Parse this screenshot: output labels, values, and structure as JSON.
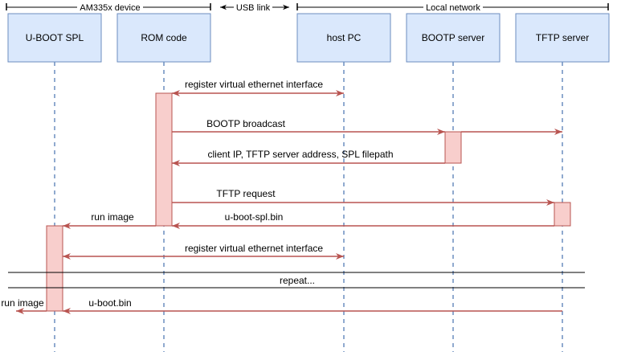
{
  "groups": [
    {
      "label": "AM335x device"
    },
    {
      "label": "USB link"
    },
    {
      "label": "Local network"
    }
  ],
  "participants": [
    {
      "id": "spl",
      "label": "U-BOOT SPL"
    },
    {
      "id": "rom",
      "label": "ROM code"
    },
    {
      "id": "host",
      "label": "host PC"
    },
    {
      "id": "bootp",
      "label": "BOOTP server"
    },
    {
      "id": "tftp",
      "label": "TFTP server"
    }
  ],
  "messages": [
    {
      "label": "register virtual ethernet interface",
      "from": "rom",
      "to": "host",
      "bidirectional": true
    },
    {
      "label": "BOOTP broadcast",
      "from": "rom",
      "to": "tftp",
      "bidirectional": false
    },
    {
      "label": "client IP, TFTP server address, SPL filepath",
      "from": "bootp",
      "to": "rom",
      "bidirectional": false
    },
    {
      "label": "TFTP request",
      "from": "rom",
      "to": "tftp",
      "bidirectional": false
    },
    {
      "label": "u-boot-spl.bin",
      "from": "tftp",
      "to": "rom",
      "bidirectional": false
    },
    {
      "label": "run image",
      "from": "rom",
      "to": "spl",
      "bidirectional": false
    },
    {
      "label": "register virtual ethernet interface",
      "from": "spl",
      "to": "host",
      "bidirectional": true
    },
    {
      "label": "u-boot.bin",
      "from": "tftp",
      "to": "spl",
      "bidirectional": false
    },
    {
      "label": "run image",
      "from": "spl",
      "to": "outside",
      "bidirectional": false
    }
  ],
  "divider": {
    "label": "repeat..."
  },
  "colors": {
    "box_fill": "#dae8fc",
    "box_stroke": "#6c8ebf",
    "lifeline": "#6c8ebf",
    "arrow": "#b85450",
    "activation_fill": "#f8cecc",
    "activation_stroke": "#b85450"
  }
}
